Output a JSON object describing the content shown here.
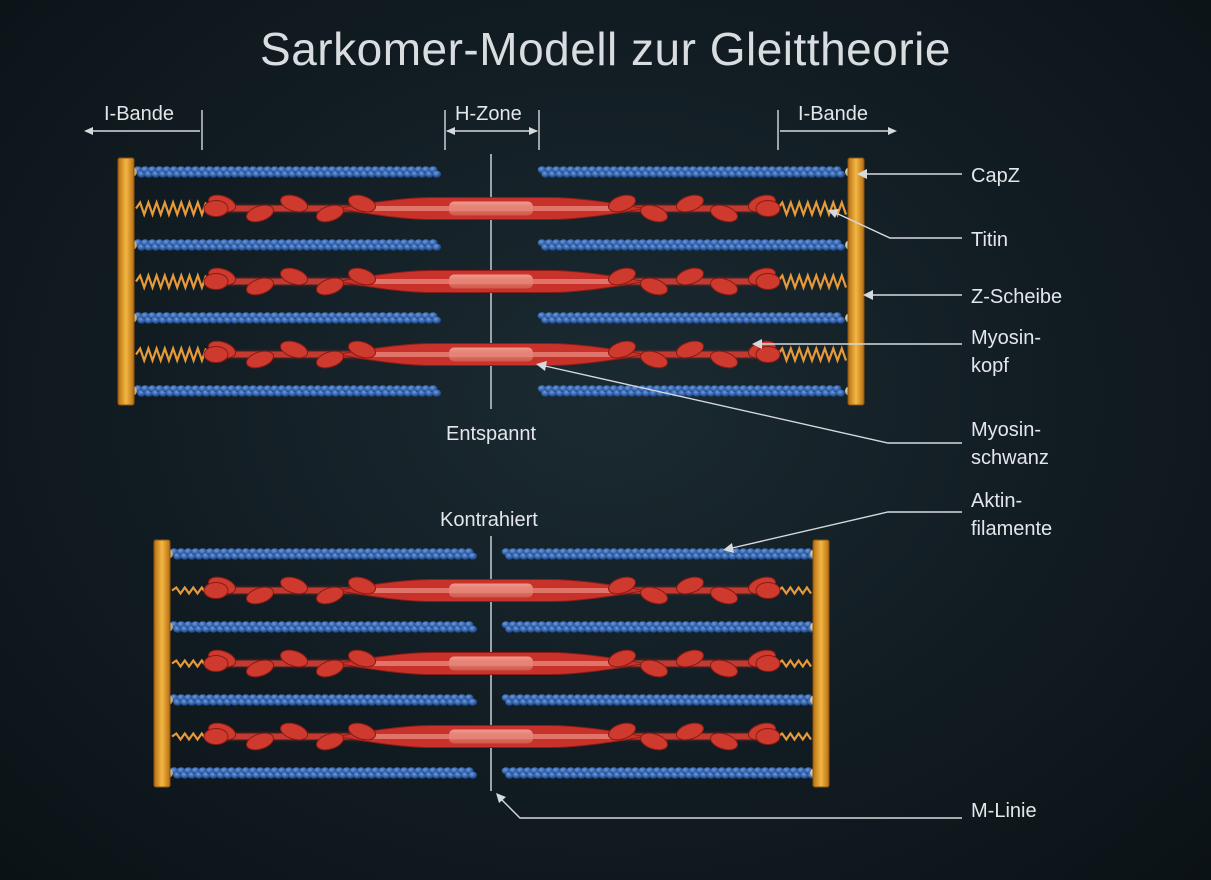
{
  "title": "Sarkomer-Modell zur Gleittheorie",
  "top_labels": {
    "i_band_left": "I-Bande",
    "h_zone": "H-Zone",
    "i_band_right": "I-Bande"
  },
  "states": {
    "relaxed": "Entspannt",
    "contracted": "Kontrahiert"
  },
  "callouts": {
    "capz": "CapZ",
    "titin": "Titin",
    "z_disc": "Z-Scheibe",
    "myosin_head_1": "Myosin-",
    "myosin_head_2": "kopf",
    "myosin_tail_1": "Myosin-",
    "myosin_tail_2": "schwanz",
    "actin_1": "Aktin-",
    "actin_2": "filamente",
    "m_line": "M-Linie"
  },
  "colors": {
    "background": "#111c22",
    "actin": "#2f5fa8",
    "myosin": "#c8322a",
    "z_disc": "#e8a02a",
    "titin": "#e79a3a",
    "m_line": "#9aa3a8",
    "label": "#e4e7ea"
  }
}
